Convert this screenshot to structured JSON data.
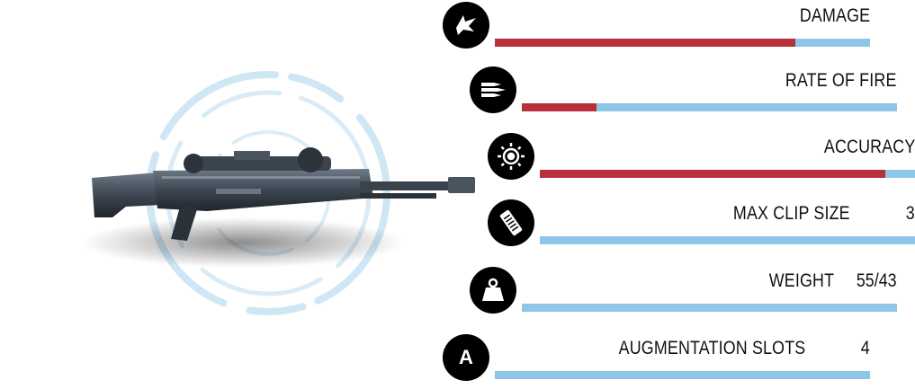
{
  "colors": {
    "bar_base": "#8ec6ea",
    "bar_fill": "#b7303a",
    "icon_bg": "#000000",
    "reticle": "#cfe6f5"
  },
  "stats": [
    {
      "label": "DAMAGE",
      "value": "",
      "icon": "damage-icon",
      "fill_fraction": 0.8
    },
    {
      "label": "RATE OF FIRE",
      "value": "",
      "icon": "bullets-icon",
      "fill_fraction": 0.2
    },
    {
      "label": "ACCURACY",
      "value": "",
      "icon": "crosshair-icon",
      "fill_fraction": 0.92
    },
    {
      "label": "MAX CLIP SIZE",
      "value": "3",
      "icon": "magazine-icon",
      "fill_fraction": 0
    },
    {
      "label": "WEIGHT",
      "value": "55/43",
      "icon": "weight-icon",
      "fill_fraction": 0
    },
    {
      "label": "AUGMENTATION SLOTS",
      "value": "4",
      "icon": "augmentation-icon",
      "icon_letter": "A",
      "fill_fraction": 0
    }
  ]
}
